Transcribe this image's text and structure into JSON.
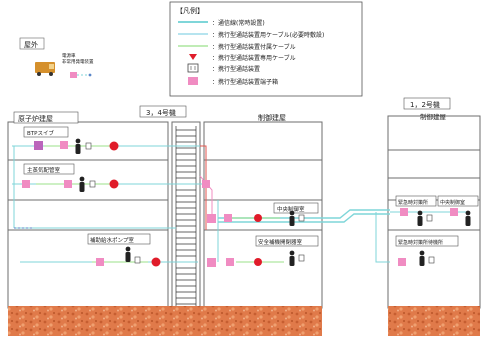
{
  "legend": {
    "title": "【凡例】",
    "items": [
      {
        "label": "：通信線(常時設置)"
      },
      {
        "label": "：携行型通話装置用ケーブル(必要時敷設)"
      },
      {
        "label": "：携行型通話装置付属ケーブル"
      },
      {
        "label": "：携行型通話装置専用ケーブル"
      },
      {
        "label": "：携行型通話装置"
      },
      {
        "label": "：携行型通話装置端子箱"
      }
    ]
  },
  "outdoor": {
    "label": "屋外",
    "vehicle_label_1": "電源車",
    "vehicle_label_2": "非常用発電装置"
  },
  "buildings": {
    "reactor_building_label": "原子炉建屋",
    "unit34_label": "3，4号機",
    "control_building_label": "制御建屋",
    "unit12_label": "1，2号機",
    "unit12_control_label": "制御建屋"
  },
  "rooms": {
    "r1": "BTPスイブ",
    "r2": "主蒸気配管室",
    "r3": "補助給水ポンプ室",
    "r4": "中央制御室",
    "r5": "安全補機開閉器室",
    "u12_r1": "緊急時対策所",
    "u12_r2": "中央制御室",
    "u12_r3": "緊急時対策所待機所"
  },
  "colors": {
    "comm_line": "#7fd6d9",
    "portable_cable": "#8ad3e5",
    "attached_cable": "#9be08a",
    "dedicated_cable_marker": "#e01c2a",
    "terminal_box": "#f08cc2",
    "device": "#bb66bb",
    "ground": "#e07a4a",
    "ground_dark": "#c65e31",
    "building_line": "#6d6d6d",
    "vehicle": "#d5902c"
  }
}
